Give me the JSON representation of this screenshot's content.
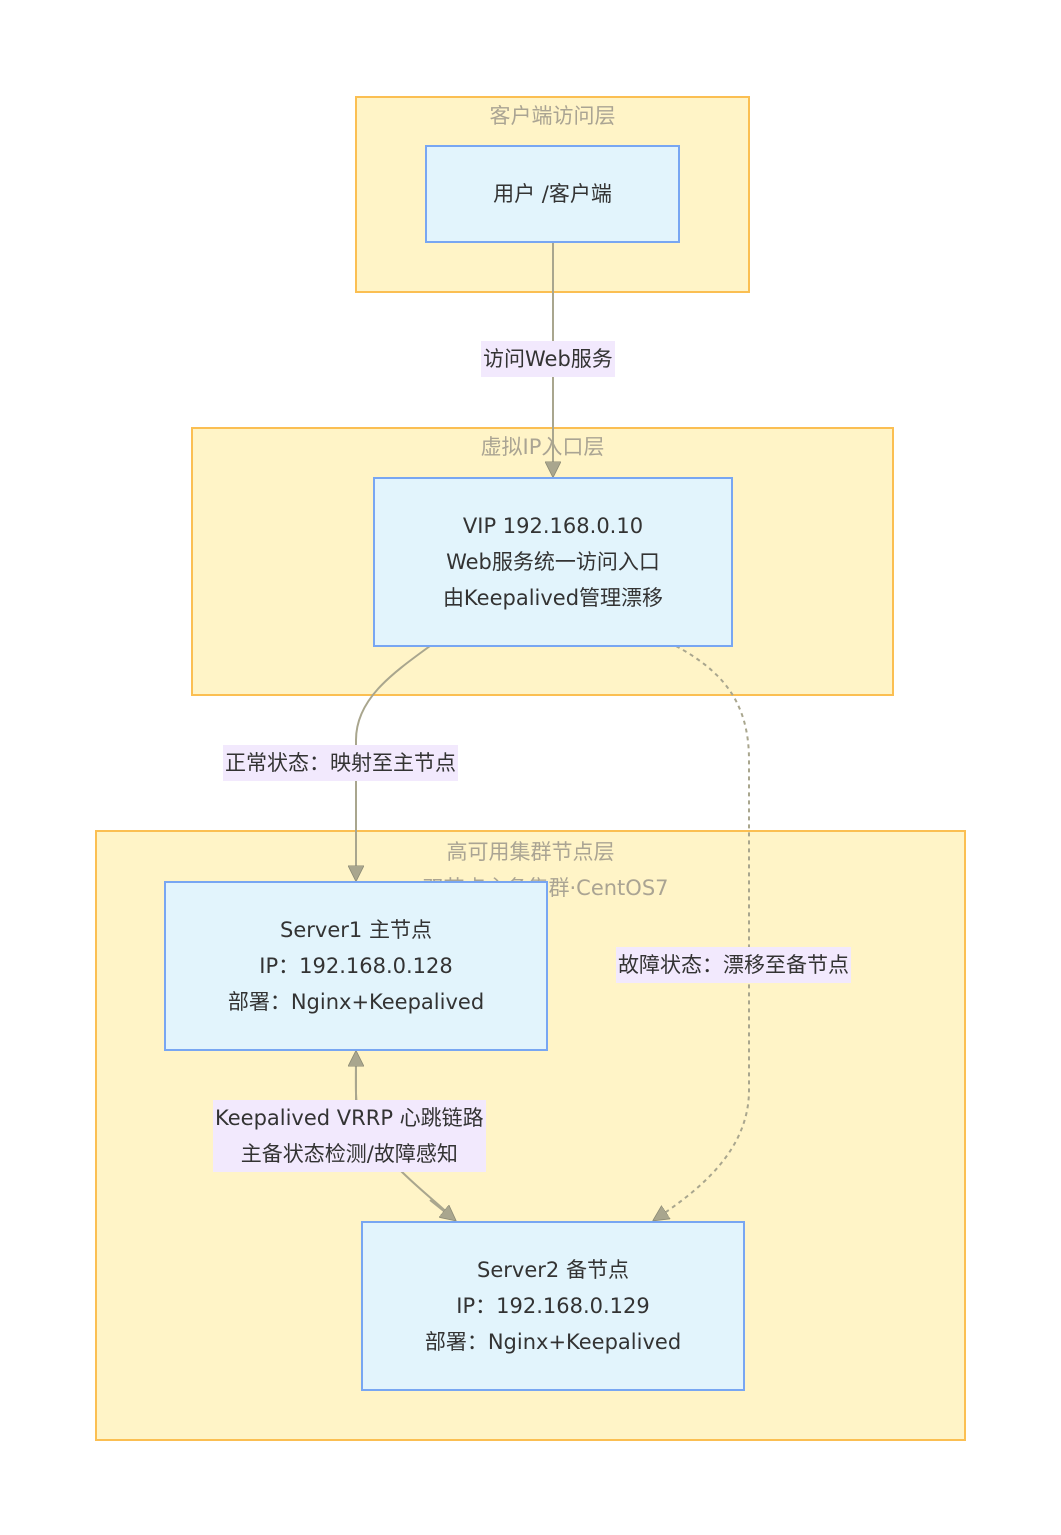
{
  "clusters": {
    "client": {
      "title": "客户端访问层"
    },
    "vip": {
      "title": "虚拟IP入口层"
    },
    "ha": {
      "title": "高可用集群节点层",
      "subtitle": "双节点主备集群·CentOS7"
    }
  },
  "nodes": {
    "client": {
      "lines": [
        "用户 /客户端"
      ]
    },
    "vip": {
      "lines": [
        "VIP 192.168.0.10",
        "Web服务统一访问入口",
        "由Keepalived管理漂移"
      ]
    },
    "server1": {
      "lines": [
        "Server1 主节点",
        "IP：192.168.0.128",
        "部署：Nginx+Keepalived"
      ]
    },
    "server2": {
      "lines": [
        "Server2 备节点",
        "IP：192.168.0.129",
        "部署：Nginx+Keepalived"
      ]
    }
  },
  "edges": {
    "client_to_vip": {
      "label": "访问Web服务",
      "style": "solid"
    },
    "vip_to_server1": {
      "label": "正常状态：映射至主节点",
      "style": "solid"
    },
    "vip_to_server2": {
      "label": "故障状态：漂移至备节点",
      "style": "dashed"
    },
    "heartbeat": {
      "lines": [
        "Keepalived VRRP 心跳链路",
        "主备状态检测/故障感知"
      ],
      "style": "solid-bidirectional"
    }
  },
  "colors": {
    "cluster_fill": "#fff4c7",
    "cluster_border": "#fbbf52",
    "node_fill": "#e2f4fc",
    "node_border": "#78a6f2",
    "edge": "#a9a68e",
    "label_bg": "#f2e9fd"
  }
}
